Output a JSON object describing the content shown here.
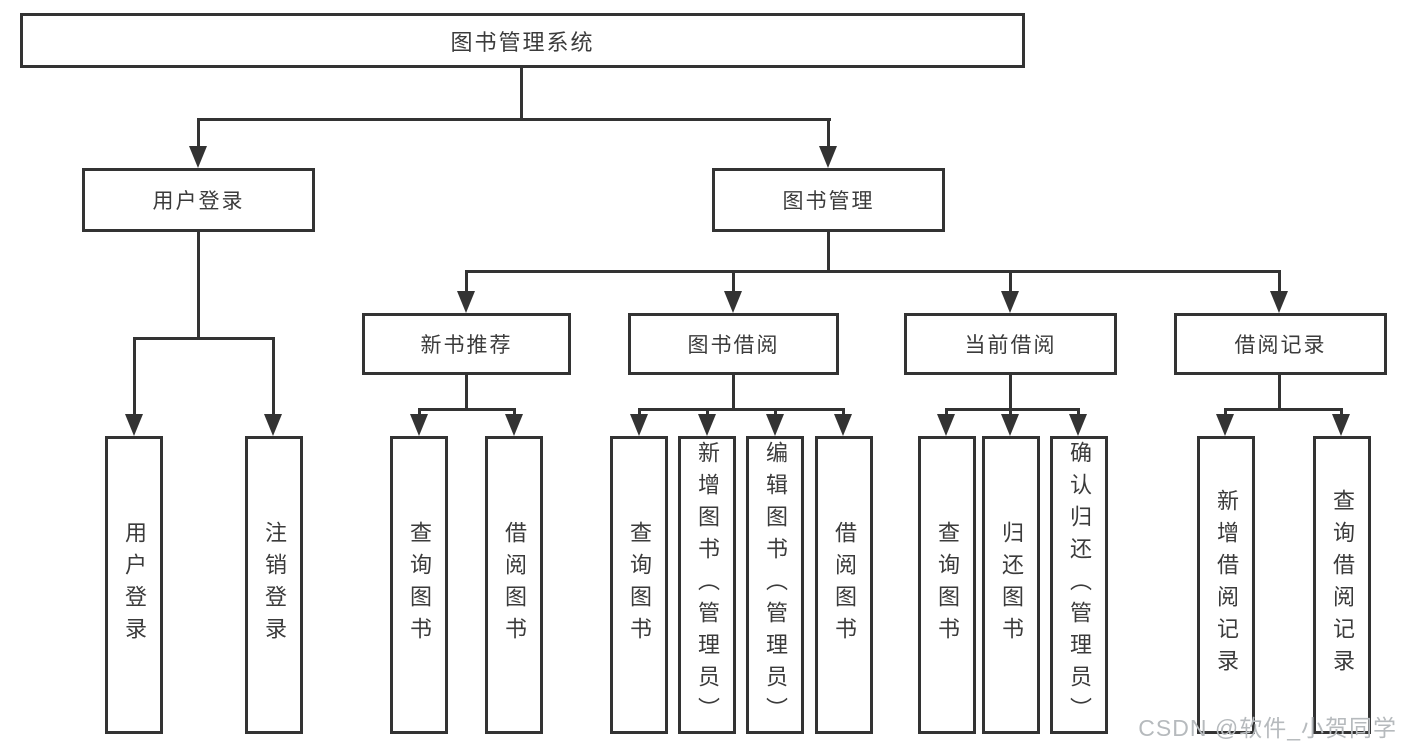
{
  "diagram": {
    "root": {
      "label": "图书管理系统"
    },
    "level2": [
      {
        "label": "用户登录"
      },
      {
        "label": "图书管理"
      }
    ],
    "level3": [
      {
        "label": "新书推荐"
      },
      {
        "label": "图书借阅"
      },
      {
        "label": "当前借阅"
      },
      {
        "label": "借阅记录"
      }
    ],
    "leaves": {
      "user_login": [
        {
          "label": "用户登录"
        },
        {
          "label": "注销登录"
        }
      ],
      "new_book": [
        {
          "label": "查询图书"
        },
        {
          "label": "借阅图书"
        }
      ],
      "book_borrow": [
        {
          "label": "查询图书"
        },
        {
          "label": "新增图书（管理员）"
        },
        {
          "label": "编辑图书（管理员）"
        },
        {
          "label": "借阅图书"
        }
      ],
      "current_borrow": [
        {
          "label": "查询图书"
        },
        {
          "label": "归还图书"
        },
        {
          "label": "确认归还（管理员）"
        }
      ],
      "borrow_record": [
        {
          "label": "新增借阅记录"
        },
        {
          "label": "查询借阅记录"
        }
      ]
    },
    "watermark": "CSDN @软件_小贺同学",
    "colors": {
      "line": "#333333",
      "text": "#3b3b3b",
      "watermark": "#b6babd",
      "background": "#ffffff"
    }
  }
}
